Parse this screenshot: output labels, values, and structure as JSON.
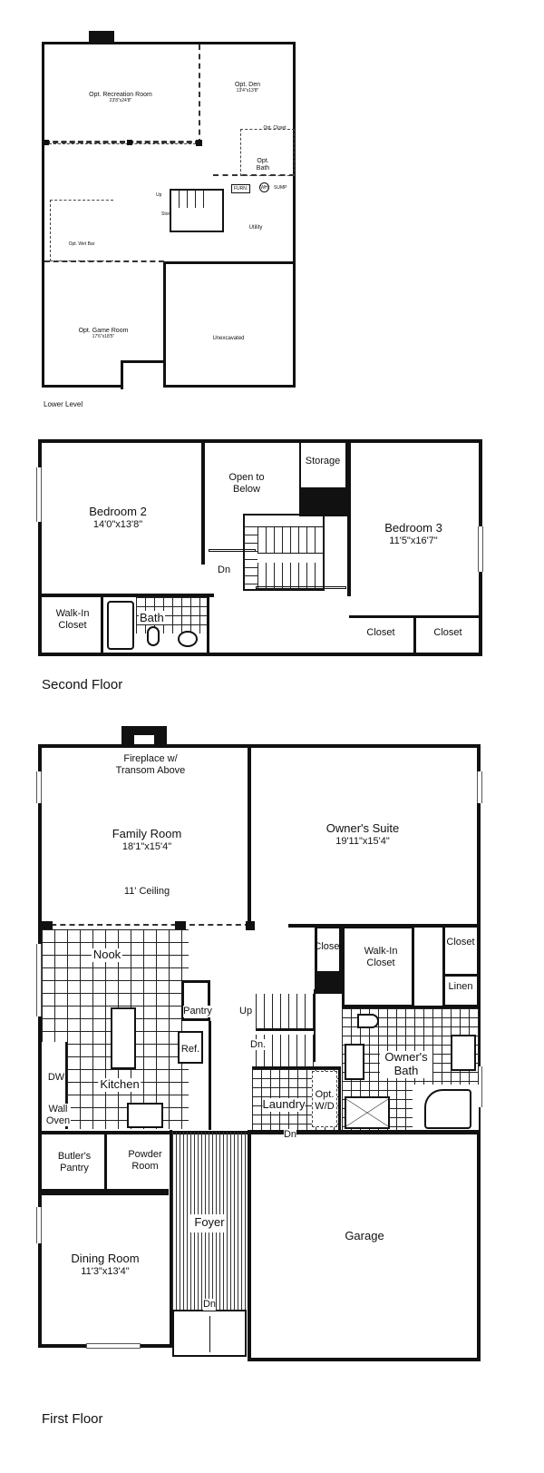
{
  "lower_level": {
    "caption": "Lower Level",
    "rooms": {
      "recreation": {
        "name": "Opt. Recreation Room",
        "dims": "23'8\"x24'8\""
      },
      "den": {
        "name": "Opt. Den",
        "dims": "13'4\"x13'8\""
      },
      "closet": {
        "name": "Opt. Closet"
      },
      "bath": {
        "name": "Opt. Bath"
      },
      "furnace": "FURN.",
      "water_heater": "WH",
      "sump": "SUMP",
      "up": "Up",
      "storage": "Stor.",
      "utility": "Utility",
      "wet_bar": "Opt. Wet Bar",
      "game": {
        "name": "Opt. Game Room",
        "dims": "17'6\"x18'5\""
      },
      "unexcavated": "Unexcavated"
    }
  },
  "second_floor": {
    "caption": "Second Floor",
    "rooms": {
      "bedroom2": {
        "name": "Bedroom 2",
        "dims": "14'0\"x13'8\""
      },
      "open_below": "Open to Below",
      "storage": "Storage",
      "bedroom3": {
        "name": "Bedroom 3",
        "dims": "11'5\"x16'7\""
      },
      "down": "Dn",
      "walk_in": "Walk-In Closet",
      "bath": "Bath",
      "closet1": "Closet",
      "closet2": "Closet"
    }
  },
  "first_floor": {
    "caption": "First Floor",
    "rooms": {
      "fireplace": "Fireplace w/ Transom Above",
      "family": {
        "name": "Family Room",
        "dims": "18'1\"x15'4\"",
        "note": "11' Ceiling"
      },
      "owners_suite": {
        "name": "Owner's Suite",
        "dims": "19'11\"x15'4\""
      },
      "nook": "Nook",
      "pantry": "Pantry",
      "ref": "Ref.",
      "kitchen": "Kitchen",
      "dw": "DW",
      "wall_oven": "Wall Oven",
      "closet": "Closet",
      "walk_in": "Walk-In Closet",
      "closet2": "Closet",
      "linen": "Linen",
      "up": "Up",
      "down": "Dn.",
      "owners_bath": "Owner's Bath",
      "laundry": "Laundry",
      "opt_wd": "Opt. W/D",
      "garage_dn": "Dn",
      "butlers": "Butler's Pantry",
      "powder": "Powder Room",
      "foyer": "Foyer",
      "garage": "Garage",
      "dining": {
        "name": "Dining Room",
        "dims": "11'3\"x13'4\""
      },
      "entry_dn": "Dn"
    }
  }
}
